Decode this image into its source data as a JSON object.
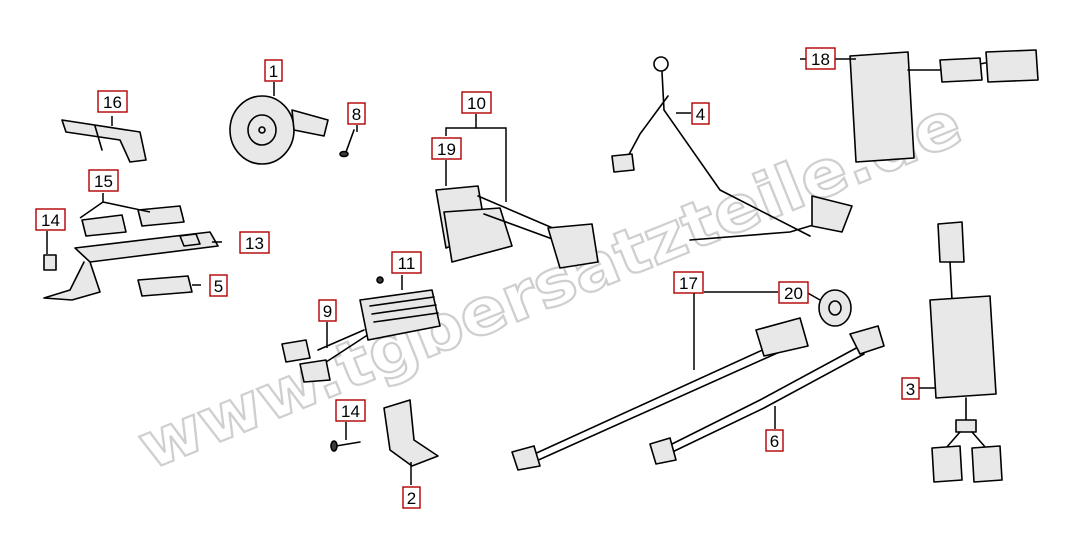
{
  "watermark": "www.tgbersatzteile.de",
  "callouts": {
    "c1": "1",
    "c2": "2",
    "c3": "3",
    "c4": "4",
    "c5": "5",
    "c6": "6",
    "c8": "8",
    "c9": "9",
    "c10": "10",
    "c11": "11",
    "c13": "13",
    "c14a": "14",
    "c14b": "14",
    "c15": "15",
    "c16": "16",
    "c17": "17",
    "c18": "18",
    "c19": "19",
    "c20": "20"
  },
  "colors": {
    "callout_border": "#b20000",
    "line": "#000000",
    "watermark_outline": "#cfcfcf"
  }
}
